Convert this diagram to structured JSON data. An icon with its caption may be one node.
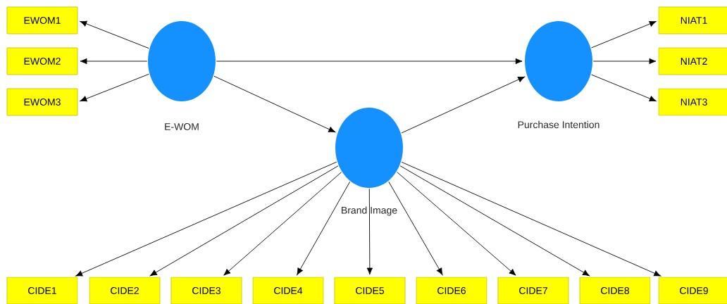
{
  "diagram": {
    "nodes": [
      {
        "text": [
          "E-WOM"
        ]
      },
      {
        "text": [
          "Brand Image"
        ]
      },
      {
        "text": [
          "Purchase Intention"
        ]
      },
      {
        "text": [
          "EWOM1"
        ]
      },
      {
        "text": [
          "EWOM2"
        ]
      },
      {
        "text": [
          "EWOM3"
        ]
      },
      {
        "text": [
          "NIAT1"
        ]
      },
      {
        "text": [
          "NIAT2"
        ]
      },
      {
        "text": [
          "NIAT3"
        ]
      },
      {
        "text": [
          "CIDE1"
        ]
      },
      {
        "text": [
          "CIDE2"
        ]
      },
      {
        "text": [
          "CIDE3"
        ]
      },
      {
        "text": [
          "CIDE4"
        ]
      },
      {
        "text": [
          "CIDE5"
        ]
      },
      {
        "text": [
          "CIDE6"
        ]
      },
      {
        "text": [
          "CIDE7"
        ]
      },
      {
        "text": [
          "CIDE8"
        ]
      },
      {
        "text": [
          "CIDE9"
        ]
      }
    ],
    "edges": [
      {
        "from": 0,
        "to": 3,
        "arrow": "to"
      },
      {
        "from": 0,
        "to": 4,
        "arrow": "to"
      },
      {
        "from": 0,
        "to": 5,
        "arrow": "to"
      },
      {
        "from": 0,
        "to": 2,
        "arrow": "to"
      },
      {
        "from": 0,
        "to": 1,
        "arrow": "to"
      },
      {
        "from": 1,
        "to": 2,
        "arrow": "to"
      },
      {
        "from": 2,
        "to": 6,
        "arrow": "to"
      },
      {
        "from": 2,
        "to": 7,
        "arrow": "to"
      },
      {
        "from": 2,
        "to": 8,
        "arrow": "to"
      },
      {
        "from": 1,
        "to": 9,
        "arrow": "to"
      },
      {
        "from": 1,
        "to": 10,
        "arrow": "to"
      },
      {
        "from": 1,
        "to": 11,
        "arrow": "to"
      },
      {
        "from": 1,
        "to": 12,
        "arrow": "to"
      },
      {
        "from": 1,
        "to": 13,
        "arrow": "to"
      },
      {
        "from": 1,
        "to": 14,
        "arrow": "to"
      },
      {
        "from": 1,
        "to": 15,
        "arrow": "to"
      },
      {
        "from": 1,
        "to": 16,
        "arrow": "to"
      },
      {
        "from": 1,
        "to": 17,
        "arrow": "to"
      }
    ]
  }
}
